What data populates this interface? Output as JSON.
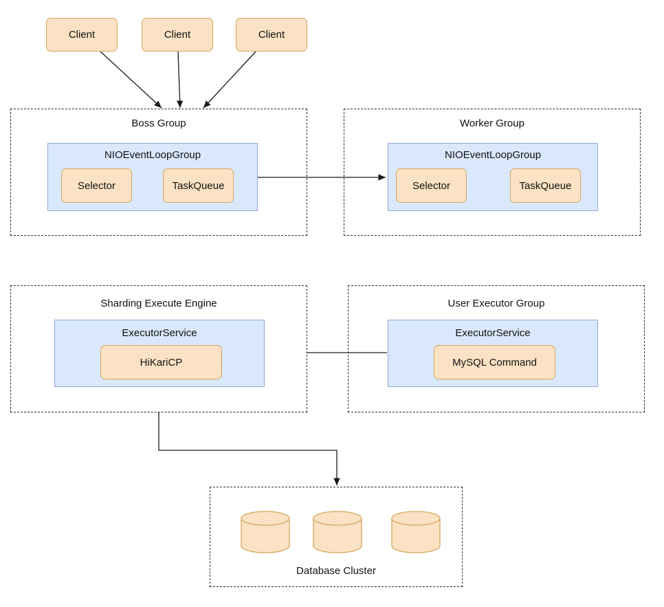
{
  "clients": [
    "Client",
    "Client",
    "Client"
  ],
  "boss_group": {
    "title": "Boss Group",
    "loop_group": "NIOEventLoopGroup",
    "selector": "Selector",
    "task_queue": "TaskQueue"
  },
  "worker_group": {
    "title": "Worker Group",
    "loop_group": "NIOEventLoopGroup",
    "selector": "Selector",
    "task_queue": "TaskQueue"
  },
  "sharding_engine": {
    "title": "Sharding Execute Engine",
    "executor_service": "ExecutorService",
    "pool": "HiKariCP"
  },
  "user_executor_group": {
    "title": "User Executor Group",
    "executor_service": "ExecutorService",
    "command": "MySQL Command"
  },
  "database_cluster": {
    "title": "Database Cluster",
    "database_icons": [
      "database-icon",
      "database-icon",
      "database-icon"
    ]
  },
  "colors": {
    "orange_fill": "#fbe2c4",
    "orange_stroke": "#d6a55c",
    "blue_fill": "#dae8fc",
    "blue_stroke": "#8fa8d6",
    "line": "#1a1a1a"
  }
}
